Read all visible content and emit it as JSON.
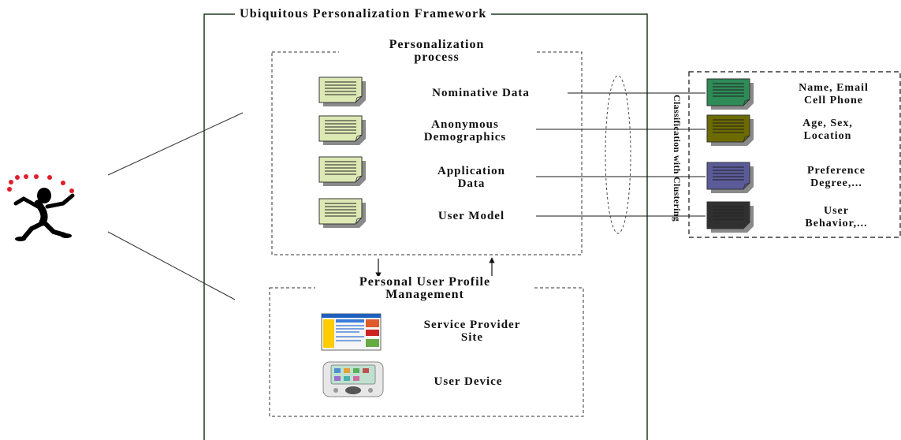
{
  "framework": {
    "title": "Ubiquitous Personalization Framework"
  },
  "process": {
    "title_line1": "Personalization",
    "title_line2": "process",
    "items": [
      {
        "line1": "Nominative Data",
        "line2": ""
      },
      {
        "line1": "Anonymous",
        "line2": "Demographics"
      },
      {
        "line1": "Application",
        "line2": "Data"
      },
      {
        "line1": "User Model",
        "line2": ""
      }
    ]
  },
  "classification": {
    "label": "Classification with Clustering",
    "items": [
      {
        "line1": "Name, Email",
        "line2": "Cell Phone",
        "color": "#2e8b57"
      },
      {
        "line1": "Age, Sex,",
        "line2": "Location",
        "color": "#6b6b00"
      },
      {
        "line1": "Preference",
        "line2": "Degree,...",
        "color": "#5b5b9a"
      },
      {
        "line1": "User",
        "line2": "Behavior,...",
        "color": "#303030"
      }
    ]
  },
  "profile": {
    "title_line1": "Personal User Profile",
    "title_line2": "Management",
    "items": [
      {
        "line1": "Service Provider",
        "line2": "Site",
        "icon": "web-page-icon"
      },
      {
        "line1": "User Device",
        "line2": "",
        "icon": "pda-device-icon"
      }
    ]
  },
  "colors": {
    "doc_fill": "#dde9b5",
    "line": "#1a1a1a"
  },
  "icons": {
    "user": "juggling-stick-figure-icon",
    "document": "document-icon"
  }
}
